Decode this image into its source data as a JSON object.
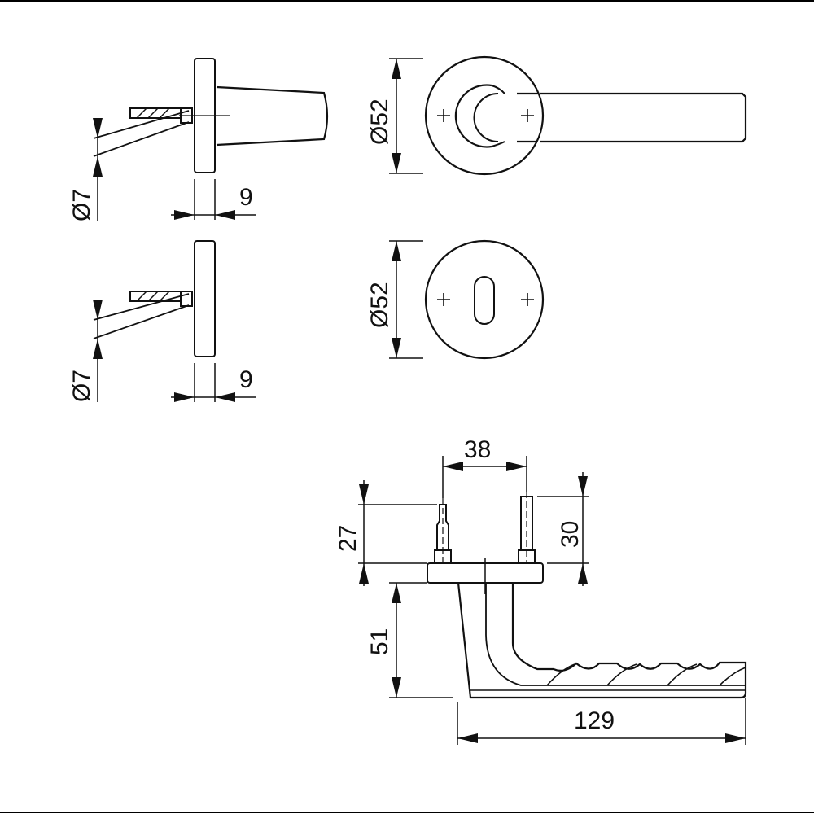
{
  "colors": {
    "line": "#111111",
    "background": "#ffffff",
    "frame": "#000000"
  },
  "side_views": {
    "rose": {
      "diameter_label": "Ø7",
      "thickness_label": "9"
    },
    "escutcheon": {
      "diameter_label": "Ø7",
      "thickness_label": "9"
    }
  },
  "front_views": {
    "rose": {
      "diameter_label": "Ø52"
    },
    "escutcheon": {
      "diameter_label": "Ø52"
    }
  },
  "handle_side_view": {
    "fixing_spacing_label": "38",
    "left_spindle_label": "27",
    "right_spindle_label": "30",
    "projection_label": "51",
    "length_label": "129"
  }
}
